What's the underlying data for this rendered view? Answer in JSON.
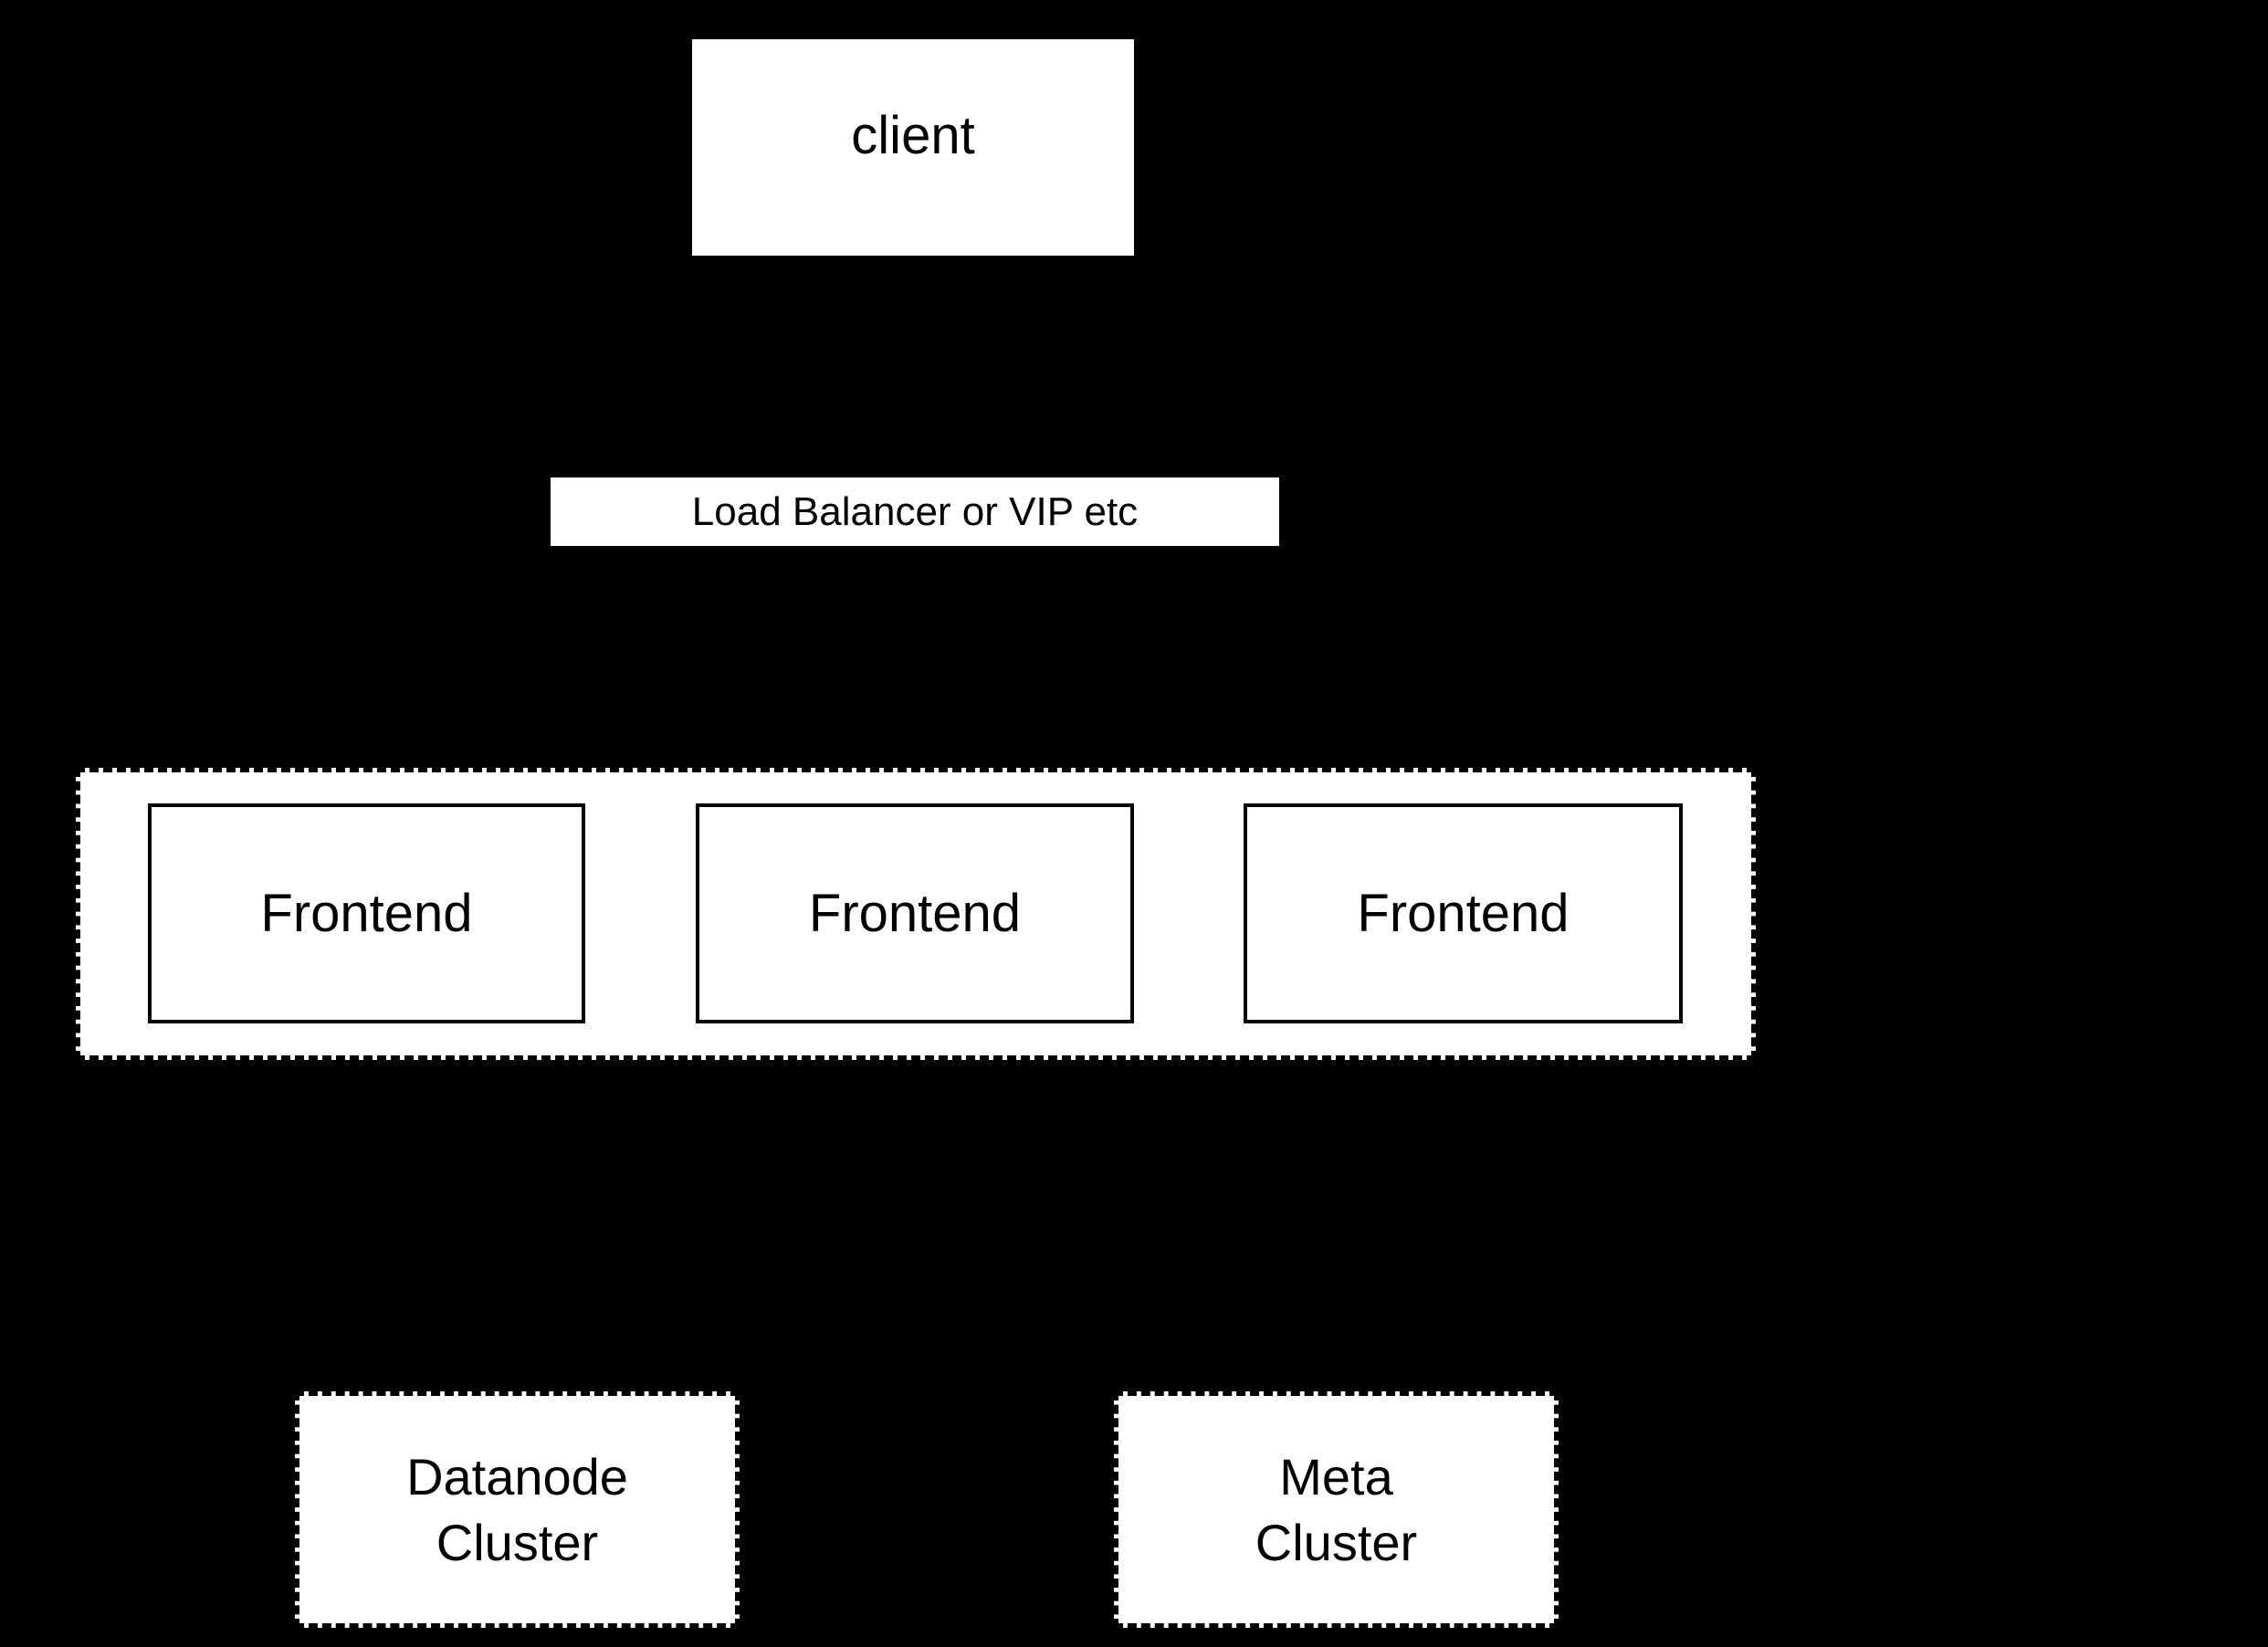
{
  "diagram": {
    "background_color": "#000000",
    "node_fill_color": "#ffffff",
    "stroke_color": "#000000",
    "client": {
      "label": "client"
    },
    "load_balancer": {
      "label": "Load Balancer or VIP etc"
    },
    "frontend_cluster": {
      "nodes": [
        {
          "label": "Frontend"
        },
        {
          "label": "Frontend"
        },
        {
          "label": "Frontend"
        }
      ]
    },
    "bottom_clusters": [
      {
        "line1": "Datanode",
        "line2": "Cluster"
      },
      {
        "line1": "Meta",
        "line2": "Cluster"
      }
    ]
  }
}
